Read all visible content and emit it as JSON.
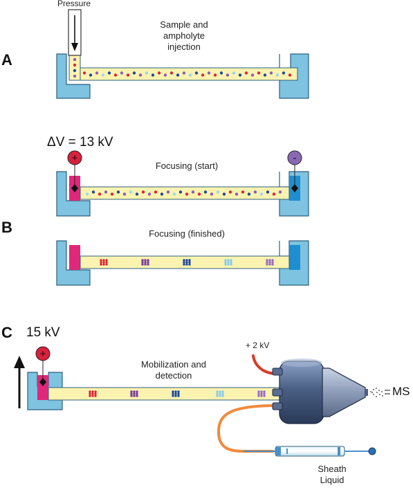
{
  "panels": {
    "a": {
      "letter": "A",
      "pressure_label": "Pressure",
      "caption_line1": "Sample and",
      "caption_line2": "ampholyte",
      "caption_line3": "injection"
    },
    "b_start": {
      "voltage_label": "ΔV = 13 kV",
      "caption": "Focusing (start)",
      "anode_symbol": "+",
      "cathode_symbol": "-"
    },
    "b_finished": {
      "letter": "B",
      "caption": "Focusing (finished)"
    },
    "c": {
      "letter": "C",
      "voltage_label": "15 kV",
      "caption_line1": "Mobilization and",
      "caption_line2": "detection",
      "anode_symbol": "+",
      "esi_voltage_label": "+ 2 kV",
      "ms_label": "MS",
      "sheath_line1": "Sheath",
      "sheath_line2": "Liquid"
    }
  },
  "colors": {
    "reservoir": "#7ec3e0",
    "reservoir_edge": "#2d5f7e",
    "capillary": "#fbf3b0",
    "anolyte": "#e0287a",
    "catholyte": "#1e8ed0",
    "electrode_red": "#d9203c",
    "electrode_purple": "#8a68b4",
    "dot_red": "#d8283c",
    "dot_blue": "#1e4aa0",
    "dot_purple": "#8c5cb4",
    "dot_lightblue": "#9ed4ee",
    "zone_red": "#d8283c",
    "zone_purple": "#7a3c9c",
    "zone_blue": "#1e4aa0",
    "zone_lightblue": "#8ccbe8",
    "zone_violet": "#9a6cc4",
    "esi_body": "#4a5f84",
    "esi_cone": "#8c9cb8",
    "orange_tube": "#f08a3c",
    "red_wire": "#d83a28"
  }
}
